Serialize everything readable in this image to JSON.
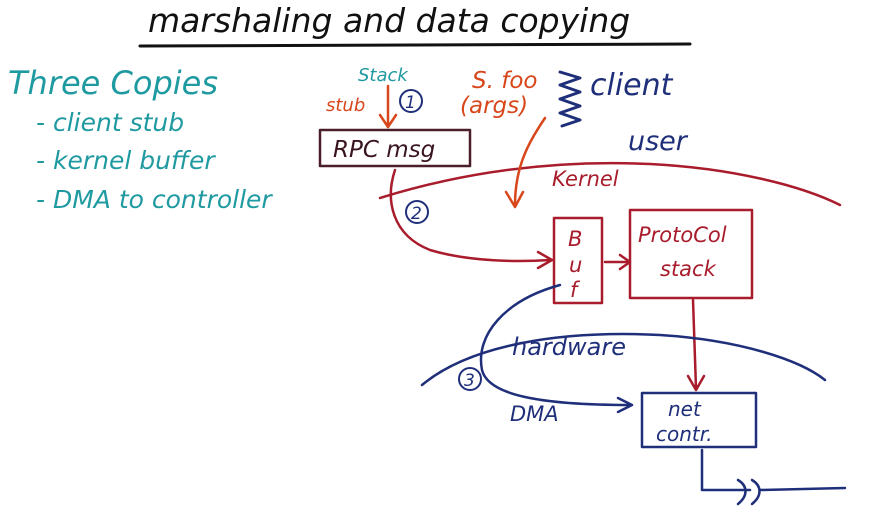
{
  "title": "marshaling and data copying",
  "left_notes": {
    "heading": "Three Copies",
    "items": [
      "- client stub",
      "- kernel buffer",
      "- DMA to controller"
    ]
  },
  "labels": {
    "stack": "Stack",
    "stub": "stub",
    "step1": "1",
    "step2": "2",
    "step3": "3",
    "call_line1": "S. foo",
    "call_line2": "(args)",
    "client": "client",
    "user": "user",
    "kernel": "Kernel",
    "rpc_msg": "RPC msg",
    "buf": [
      "B",
      "u",
      "f"
    ],
    "protocol_line1": "ProtoCol",
    "protocol_line2": "stack",
    "hardware": "hardware",
    "dma": "DMA",
    "net_line1": "net",
    "net_line2": "contr."
  },
  "colors": {
    "black": "#111111",
    "teal": "#1f9aa0",
    "red": "#a81c2c",
    "navy": "#1f2f7a",
    "orange": "#d8471c"
  }
}
